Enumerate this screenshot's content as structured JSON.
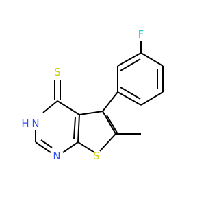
{
  "molecule": {
    "atoms": {
      "F": {
        "text": "F",
        "color": "#33cccc"
      },
      "S_thione": {
        "text": "S",
        "color": "#cccc00"
      },
      "NH": {
        "text": "N",
        "h_text": "H",
        "color": "#3050f8"
      },
      "N": {
        "text": "N",
        "color": "#3050f8"
      },
      "S_ring": {
        "text": "S",
        "color": "#cccc00"
      }
    },
    "bond_color": "#000000"
  }
}
